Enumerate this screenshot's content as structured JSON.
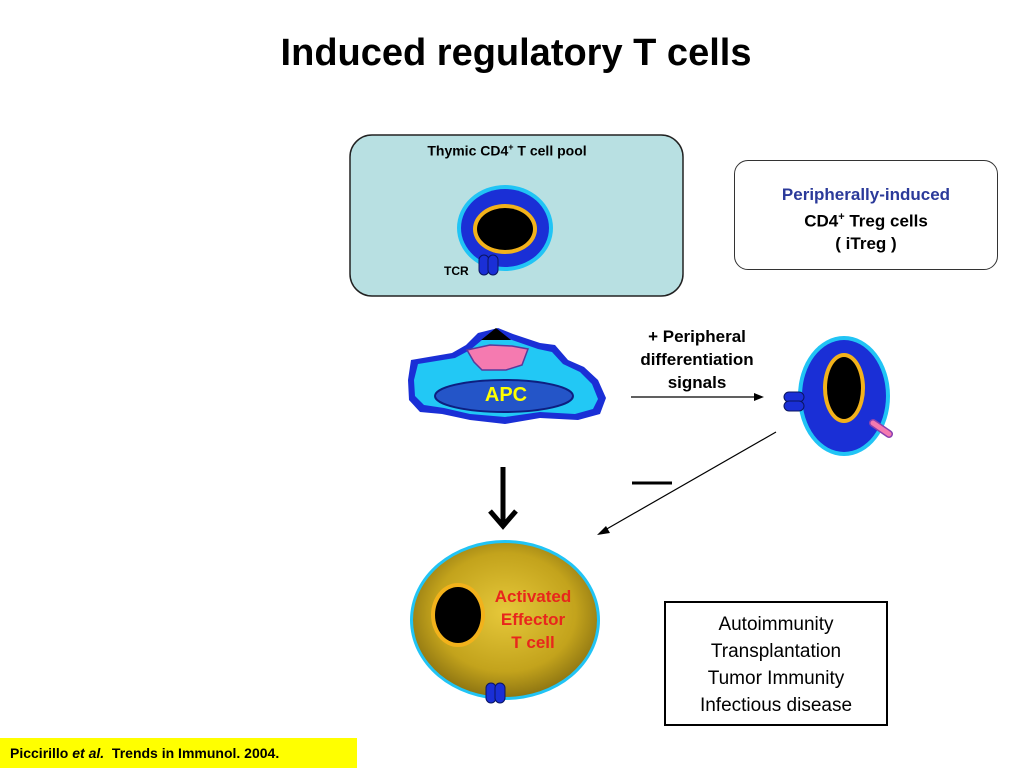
{
  "title": "Induced regulatory T cells",
  "thymic_pool": {
    "label_main": "Thymic CD4",
    "label_sup": "+",
    "label_rest": " T cell pool",
    "tcr_label": "TCR"
  },
  "itreg": {
    "line1": "Peripherally-induced",
    "line2_main": "CD4",
    "line2_sup": "+",
    "line2_rest": " Treg cells",
    "line3": "( iTreg )"
  },
  "apc_label": "APC",
  "signals": {
    "line1": "+ Peripheral",
    "line2": "differentiation",
    "line3": "signals"
  },
  "effector": {
    "line1": "Activated",
    "line2": "Effector",
    "line3": "T cell"
  },
  "outcomes": [
    "Autoimmunity",
    "Transplantation",
    "Tumor Immunity",
    "Infectious disease"
  ],
  "citation": {
    "author": "Piccirillo ",
    "etal": "et al.",
    "source": "  Trends in Immunol. 2004."
  },
  "colors": {
    "pool_bg": "#b8e0e2",
    "cell_blue": "#1a2fd6",
    "cell_cyan": "#21c4f5",
    "nucleus_ring": "#f2b21b",
    "apc_fill": "#22c8f5",
    "apc_ellipse": "#2455c8",
    "pink": "#f57ab0",
    "effector_gold": "#c9aa1c",
    "apc_label": "#ffff00",
    "effector_label": "#e8261c",
    "itreg_blue": "#2b3a9a",
    "citation_bg": "#ffff00"
  }
}
